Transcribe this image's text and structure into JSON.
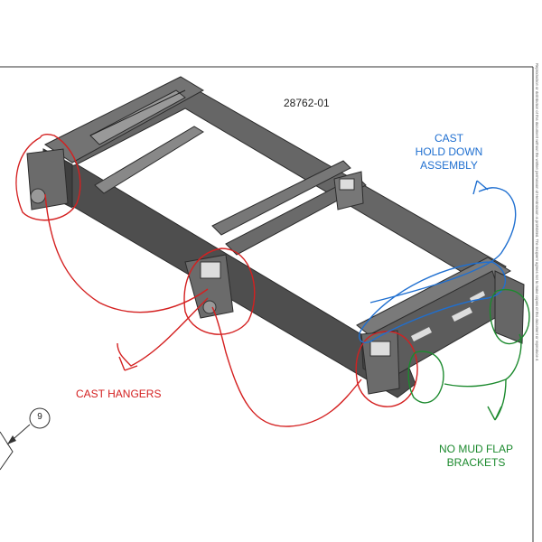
{
  "drawing": {
    "part_number": "28762-01",
    "callout_number": "9",
    "side_note": "Reproduction or distribution of this document without the written permission of Hendrickson is prohibited. The recipient agrees not to make copies of this document or reproduce it."
  },
  "annotations": {
    "cast_hold_down_line1": "CAST",
    "cast_hold_down_line2": "HOLD DOWN",
    "cast_hold_down_line3": "ASSEMBLY",
    "cast_hangers": "CAST HANGERS",
    "no_mud_flap_line1": "NO MUD FLAP",
    "no_mud_flap_line2": "BRACKETS"
  },
  "colors": {
    "cast_hangers": "#d42020",
    "cast_hold_down": "#1f6fd0",
    "no_mud_flap": "#1c8a2e",
    "frame": "#4a4a4a"
  }
}
